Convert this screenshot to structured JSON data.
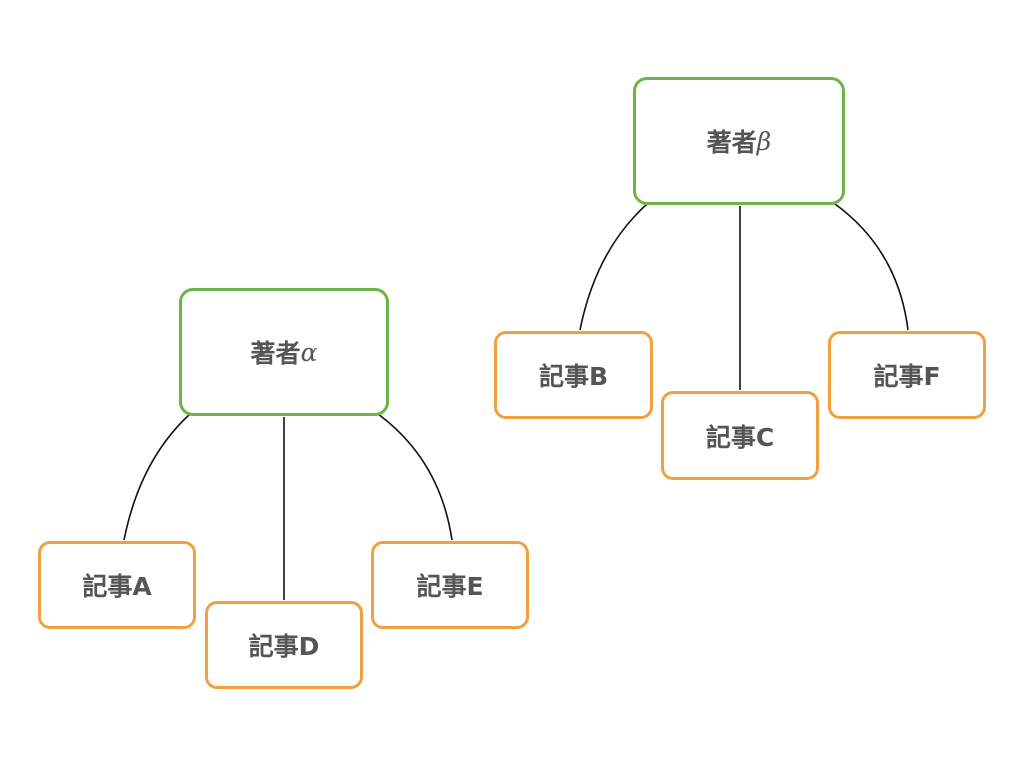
{
  "colors": {
    "author_border": "#6ab545",
    "article_border": "#f0a040",
    "text": "#555555",
    "connector": "#111111"
  },
  "authors": {
    "alpha": {
      "prefix": "著者",
      "greek": "α"
    },
    "beta": {
      "prefix": "著者",
      "greek": "β"
    }
  },
  "articles": {
    "a": "記事A",
    "b": "記事B",
    "c": "記事C",
    "d": "記事D",
    "e": "記事E",
    "f": "記事F"
  },
  "relations": [
    {
      "author": "alpha",
      "article": "a"
    },
    {
      "author": "alpha",
      "article": "d"
    },
    {
      "author": "alpha",
      "article": "e"
    },
    {
      "author": "beta",
      "article": "b"
    },
    {
      "author": "beta",
      "article": "c"
    },
    {
      "author": "beta",
      "article": "f"
    }
  ]
}
